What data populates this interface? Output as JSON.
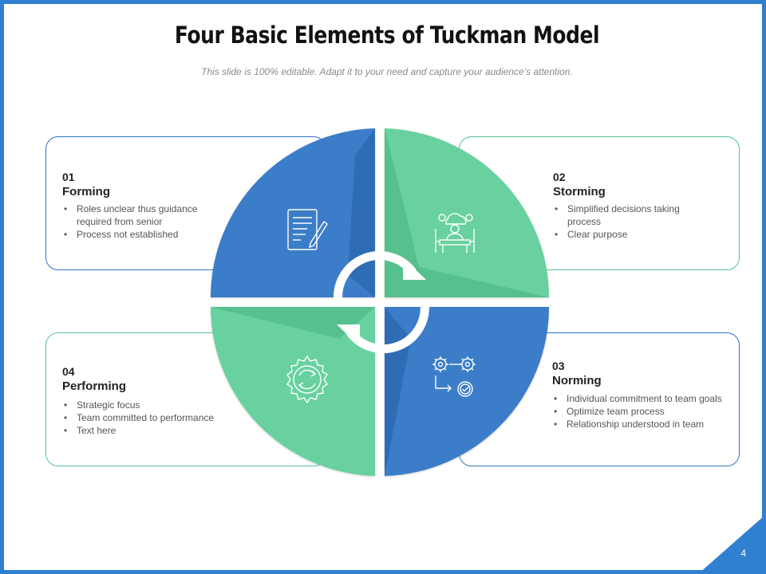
{
  "slide": {
    "title": "Four Basic Elements of Tuckman Model",
    "subtitle": "This slide is 100% editable. Adapt it to your need and capture your audience’s attention.",
    "page_number": "4"
  },
  "colors": {
    "blue": "#3b7dc8",
    "green": "#67d19f",
    "frame": "#2f80d1"
  },
  "stages": [
    {
      "number": "01",
      "title": "Forming",
      "bullets": [
        "Roles unclear thus guidance required from senior",
        "Process not established"
      ],
      "icon": "document-pen-icon"
    },
    {
      "number": "02",
      "title": "Storming",
      "bullets": [
        "Simplified decisions taking process",
        "Clear purpose"
      ],
      "icon": "team-brainstorm-icon"
    },
    {
      "number": "03",
      "title": "Norming",
      "bullets": [
        "Individual  commitment to team goals",
        "Optimize team process",
        "Relationship understood in team"
      ],
      "icon": "gears-check-icon"
    },
    {
      "number": "04",
      "title": "Performing",
      "bullets": [
        "Strategic focus",
        "Team  committed to performance",
        "Text here"
      ],
      "icon": "gear-cycle-icon"
    }
  ]
}
